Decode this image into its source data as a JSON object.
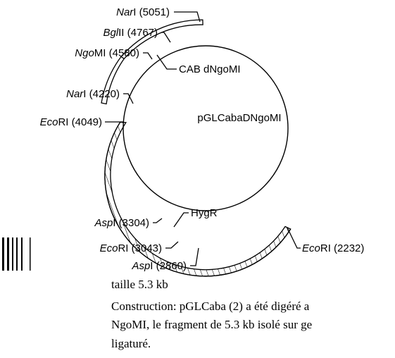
{
  "plasmid": {
    "name": "pGLCabaDNgoMI",
    "features": [
      {
        "label": "CAB dNgoMI"
      },
      {
        "label": "HygR"
      }
    ],
    "sites": [
      {
        "enzyme": "NarI",
        "italic": "Nar",
        "roman": "I",
        "position": "(5051)"
      },
      {
        "enzyme": "BglII",
        "italic": "Bgl",
        "roman": "II",
        "position": "(4767)"
      },
      {
        "enzyme": "NgoMI",
        "italic": "Ngo",
        "roman": "MI",
        "position": "(4580)"
      },
      {
        "enzyme": "NarI",
        "italic": "Nar",
        "roman": "I",
        "position": "(4220)"
      },
      {
        "enzyme": "EcoRI",
        "italic": "Eco",
        "roman": "RI",
        "position": "(4049)"
      },
      {
        "enzyme": "AspI",
        "italic": "Asp",
        "roman": "I",
        "position": "(3304)"
      },
      {
        "enzyme": "EcoRI",
        "italic": "Eco",
        "roman": "RI",
        "position": "(3043)"
      },
      {
        "enzyme": "AspI",
        "italic": "Asp",
        "roman": "I",
        "position": "(2860)"
      },
      {
        "enzyme": "EcoRI",
        "italic": "Eco",
        "roman": "RI",
        "position": "(2232)"
      }
    ]
  },
  "caption": {
    "size": "taille 5.3 kb",
    "line1": "Construction: pGLCaba (2) a été digéré a",
    "line2": "NgoMI, le fragment de 5.3 kb isolé sur ge",
    "line3": "ligaturé."
  }
}
